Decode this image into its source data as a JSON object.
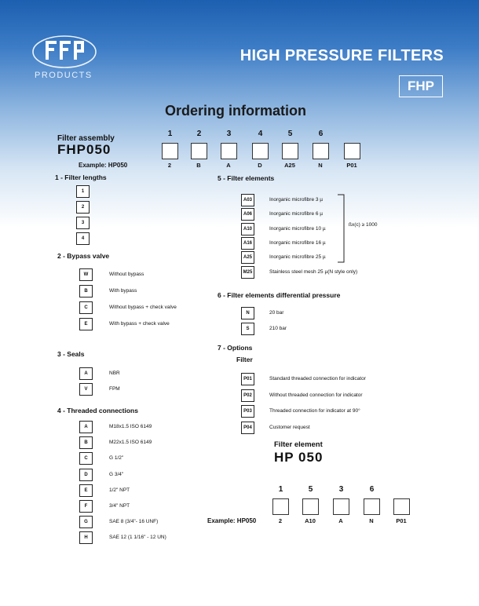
{
  "header": {
    "brand": "PRODUCTS",
    "title": "HIGH PRESSURE FILTERS",
    "badge": "FHP",
    "subtitle": "Ordering information"
  },
  "assembly": {
    "label": "Filter assembly",
    "code": "FHP050",
    "example_label": "Example: HP050",
    "positions": [
      "1",
      "2",
      "3",
      "4",
      "5",
      "6"
    ],
    "example_values": [
      "2",
      "B",
      "A",
      "D",
      "A25",
      "N",
      "P01"
    ]
  },
  "sections": {
    "filter_lengths": {
      "title": "1 - Filter lengths",
      "items": [
        "1",
        "2",
        "3",
        "4"
      ]
    },
    "bypass_valve": {
      "title": "2 - Bypass valve",
      "items": [
        {
          "code": "W",
          "text": "Without bypass"
        },
        {
          "code": "B",
          "text": "With bypass"
        },
        {
          "code": "C",
          "text": "Without bypass + check valve"
        },
        {
          "code": "E",
          "text": "With bypass + check valve"
        }
      ]
    },
    "seals": {
      "title": "3 - Seals",
      "items": [
        {
          "code": "A",
          "text": "NBR"
        },
        {
          "code": "V",
          "text": "FPM"
        }
      ]
    },
    "threaded": {
      "title": "4 - Threaded connections",
      "items": [
        {
          "code": "A",
          "text": "M18x1.5 ISO 6149"
        },
        {
          "code": "B",
          "text": "M22x1.5 ISO 6149"
        },
        {
          "code": "C",
          "text": "G 1/2\""
        },
        {
          "code": "D",
          "text": "G 3/4\""
        },
        {
          "code": "E",
          "text": "1/2\" NPT"
        },
        {
          "code": "F",
          "text": "3/4\" NPT"
        },
        {
          "code": "G",
          "text": "SAE 8 (3/4\"- 16 UNF)"
        },
        {
          "code": "H",
          "text": "SAE 12 (1 1/16\" - 12 UN)"
        }
      ]
    },
    "elements": {
      "title": "5 - Filter elements",
      "items": [
        {
          "code": "A03",
          "text": "Inorganic microfibre 3 µ"
        },
        {
          "code": "A06",
          "text": "Inorganic microfibre 6 µ"
        },
        {
          "code": "A10",
          "text": "Inorganic microfibre 10 µ"
        },
        {
          "code": "A16",
          "text": "Inorganic microfibre 16 µ"
        },
        {
          "code": "A25",
          "text": "Inorganic microfibre 25 µ"
        },
        {
          "code": "M25",
          "text": "Stainless steel mesh  25 µ(N style only)"
        }
      ],
      "beta_note": "ßx(c)  ≥ 1000"
    },
    "diff_pressure": {
      "title": "6 - Filter elements differential pressure",
      "items": [
        {
          "code": "N",
          "text": "20 bar"
        },
        {
          "code": "S",
          "text": "210 bar"
        }
      ]
    },
    "options": {
      "title": "7 - Options",
      "subtitle": "Filter",
      "items": [
        {
          "code": "P01",
          "text": "Standard threaded connection for indicator"
        },
        {
          "code": "P02",
          "text": "Without threaded connection for indicator"
        },
        {
          "code": "P03",
          "text": "Threaded connection for indicator at 90°"
        },
        {
          "code": "P04",
          "text": "Customer request"
        }
      ]
    }
  },
  "element_order": {
    "label": "Filter element",
    "code": "HP 050",
    "example_label": "Example: HP050",
    "positions": [
      "1",
      "5",
      "3",
      "6"
    ],
    "example_values": [
      "2",
      "A10",
      "A",
      "N",
      "P01"
    ]
  },
  "colors": {
    "header_top": "#1d5fb0",
    "header_fade": "#8fb6e0",
    "text": "#111111"
  }
}
